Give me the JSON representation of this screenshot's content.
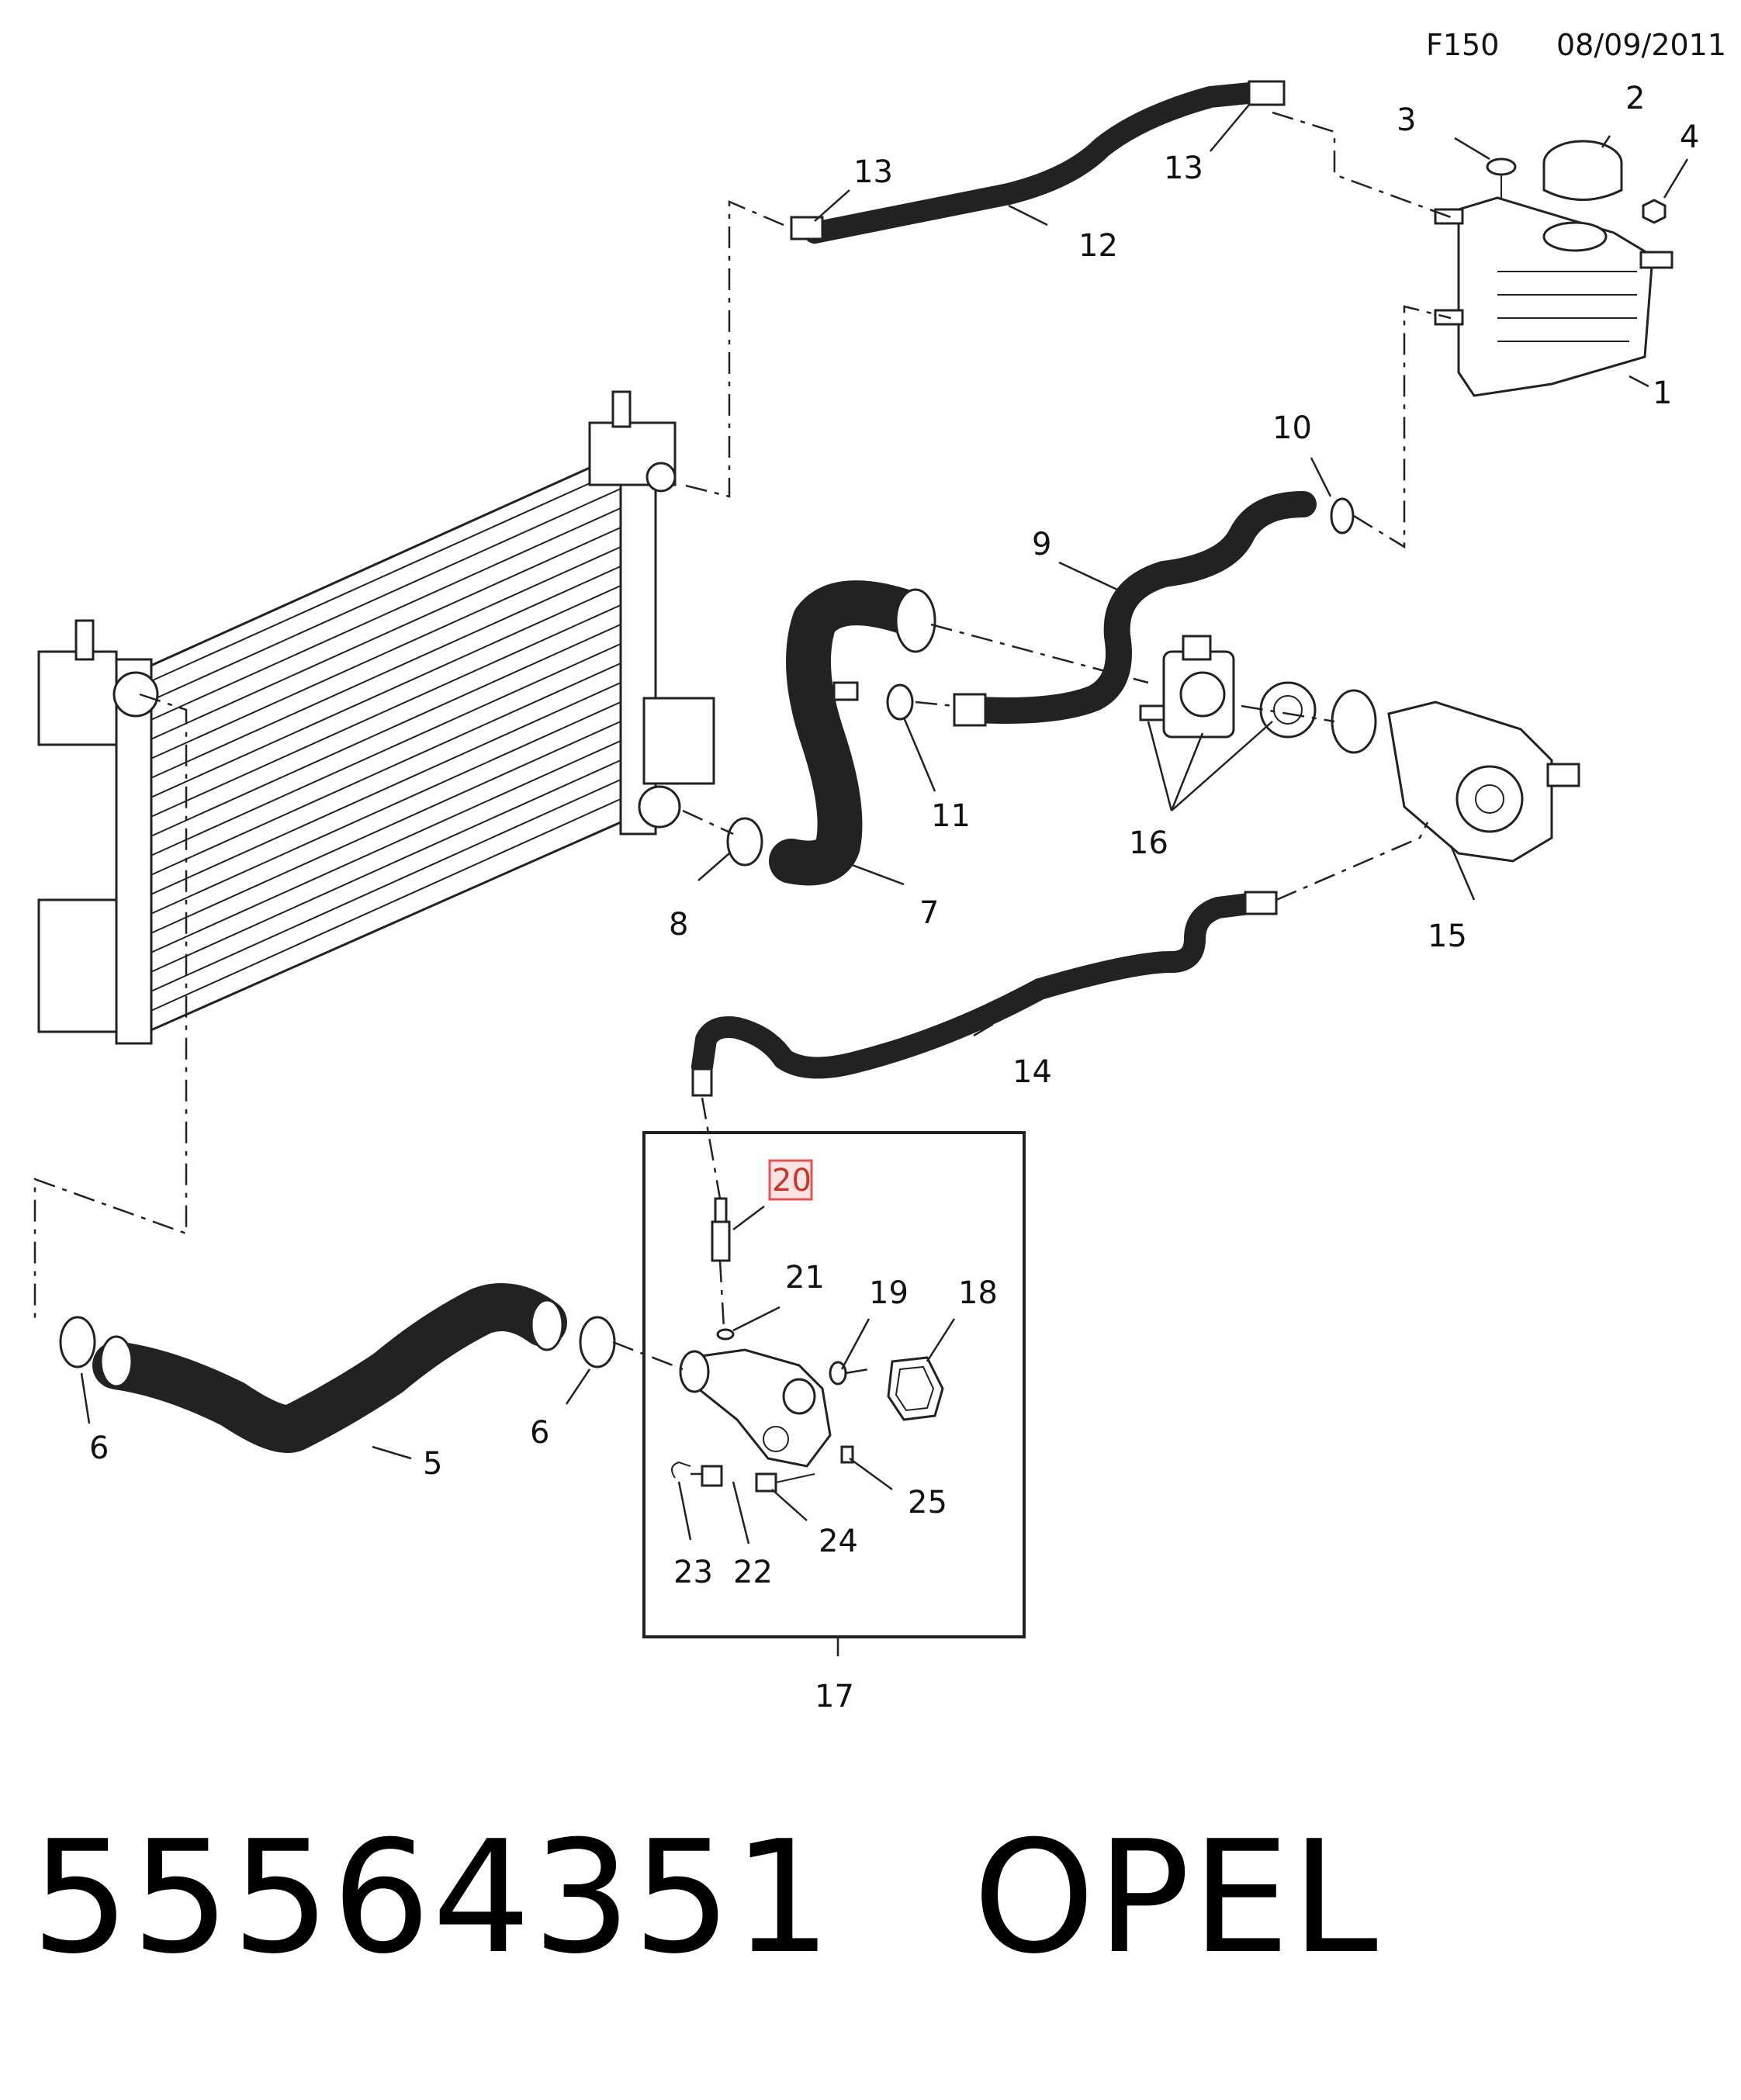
{
  "header": {
    "diagram_code": "F150",
    "date": "08/09/2011"
  },
  "callouts": {
    "c1": "1",
    "c2": "2",
    "c3": "3",
    "c4": "4",
    "c5": "5",
    "c6a": "6",
    "c6b": "6",
    "c7": "7",
    "c8": "8",
    "c9": "9",
    "c10": "10",
    "c11": "11",
    "c12": "12",
    "c13a": "13",
    "c13b": "13",
    "c14": "14",
    "c15": "15",
    "c16": "16",
    "c17": "17",
    "c18": "18",
    "c19": "19",
    "c20": "20",
    "c21": "21",
    "c22": "22",
    "c23": "23",
    "c24": "24",
    "c25": "25"
  },
  "highlighted_callout": "20",
  "footer": {
    "part_number": "55564351",
    "brand": "OPEL"
  }
}
